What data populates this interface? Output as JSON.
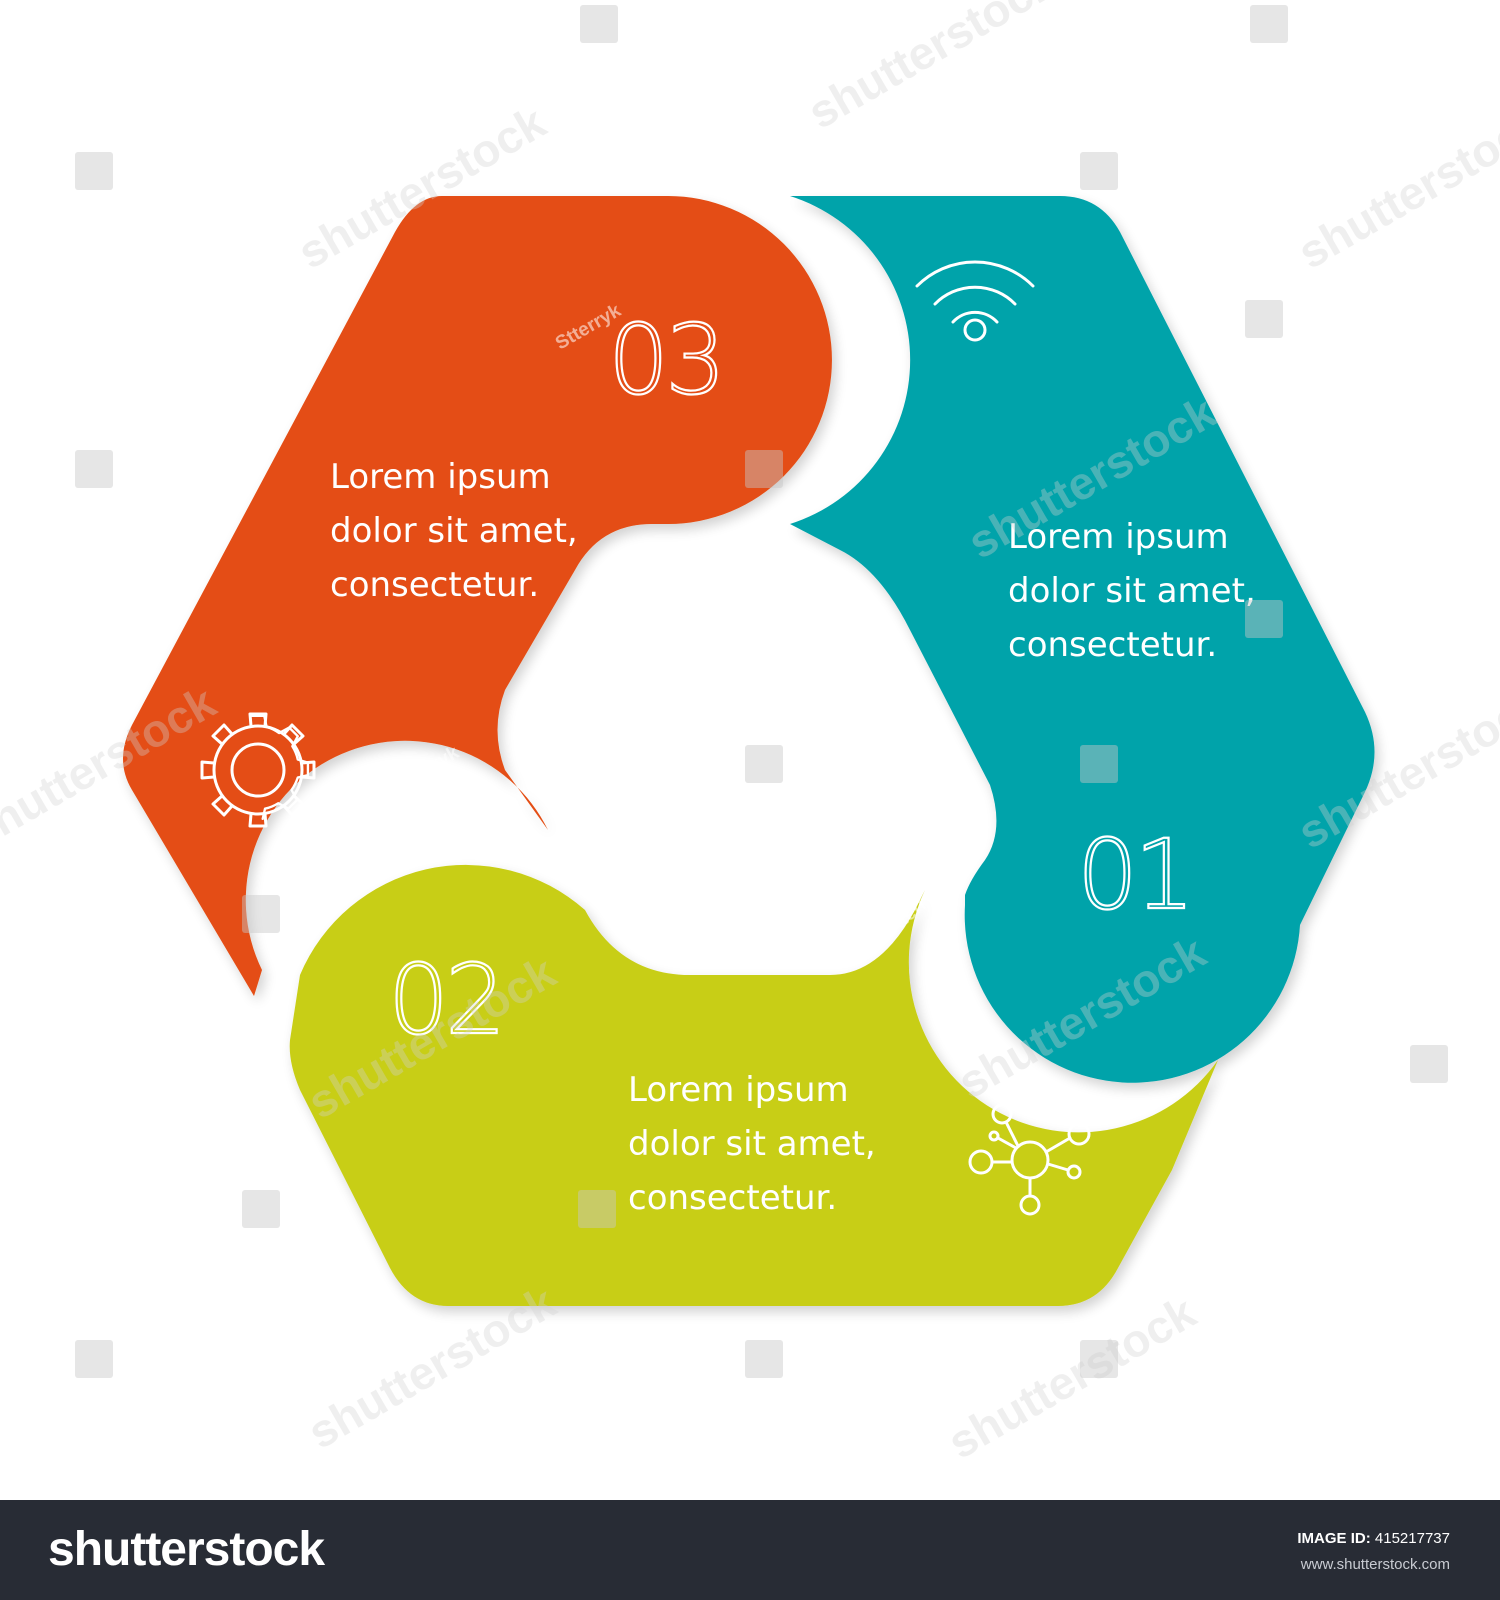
{
  "diagram": {
    "segments": [
      {
        "number": "01",
        "color": "#04a3aa",
        "icon": "wifi-icon",
        "text_lines": [
          "Lorem ipsum",
          "dolor sit amet,",
          "consectetur."
        ]
      },
      {
        "number": "02",
        "color": "#c8ce17",
        "icon": "network-hub-icon",
        "text_lines": [
          "Lorem ipsum",
          "dolor sit amet,",
          "consectetur."
        ]
      },
      {
        "number": "03",
        "color": "#e44e12",
        "icon": "gear-icon",
        "text_lines": [
          "Lorem ipsum",
          "dolor sit amet,",
          "consectetur."
        ]
      }
    ]
  },
  "watermark": {
    "text": "shutterstock",
    "author": "Stterryk"
  },
  "footer": {
    "logo": "shutterstock",
    "image_id_label": "IMAGE ID:",
    "image_id": "415217737",
    "url": "www.shutterstock.com"
  }
}
